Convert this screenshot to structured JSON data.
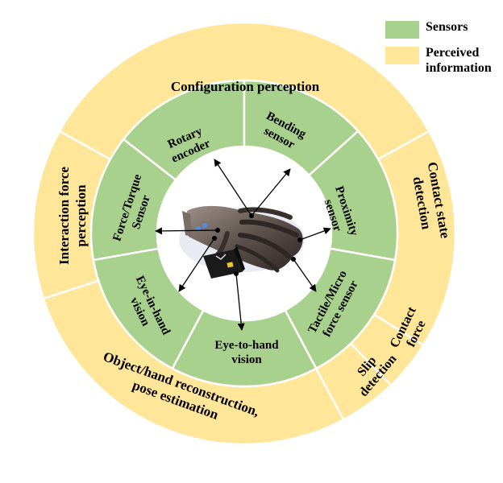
{
  "colors": {
    "sensor": "#A9D18E",
    "info": "#FFE699",
    "divider": "#FFFFFF",
    "arrow": "#000000",
    "device": "#1a1a1a",
    "device_accent": "#E8C530"
  },
  "legend": {
    "sensors": "Sensors",
    "perceived_line1": "Perceived",
    "perceived_line2": "information"
  },
  "sensors": {
    "rotary_encoder": {
      "line1": "Rotary",
      "line2": "encoder"
    },
    "bending_sensor": {
      "line1": "Bending",
      "line2": "sensor"
    },
    "proximity_sensor": {
      "line1": "Proximity",
      "line2": "sensor"
    },
    "tactile_sensor": {
      "line1": "Tactile/Micro",
      "line2": "force sensor"
    },
    "eye_to_hand": {
      "line1": "Eye-to-hand",
      "line2": "vision"
    },
    "eye_in_hand": {
      "line1": "Eye-in-hand",
      "line2": "vision"
    },
    "force_torque": {
      "line1": "Force/Torque",
      "line2": "Sensor"
    }
  },
  "info": {
    "configuration": "Configuration perception",
    "interaction_force": {
      "line1": "Interaction force",
      "line2": "perception"
    },
    "contact_state": {
      "line1": "Contact state",
      "line2": "detection"
    },
    "contact_force": {
      "line1": "Contact",
      "line2": "force"
    },
    "slip": {
      "line1": "Slip",
      "line2": "detection"
    },
    "reconstruction": {
      "line1": "Object/hand reconstruction,",
      "line2": "pose estimation"
    }
  },
  "center": {
    "hand_icon": "robot-hand-icon",
    "camera_icon": "camera-device-icon"
  }
}
